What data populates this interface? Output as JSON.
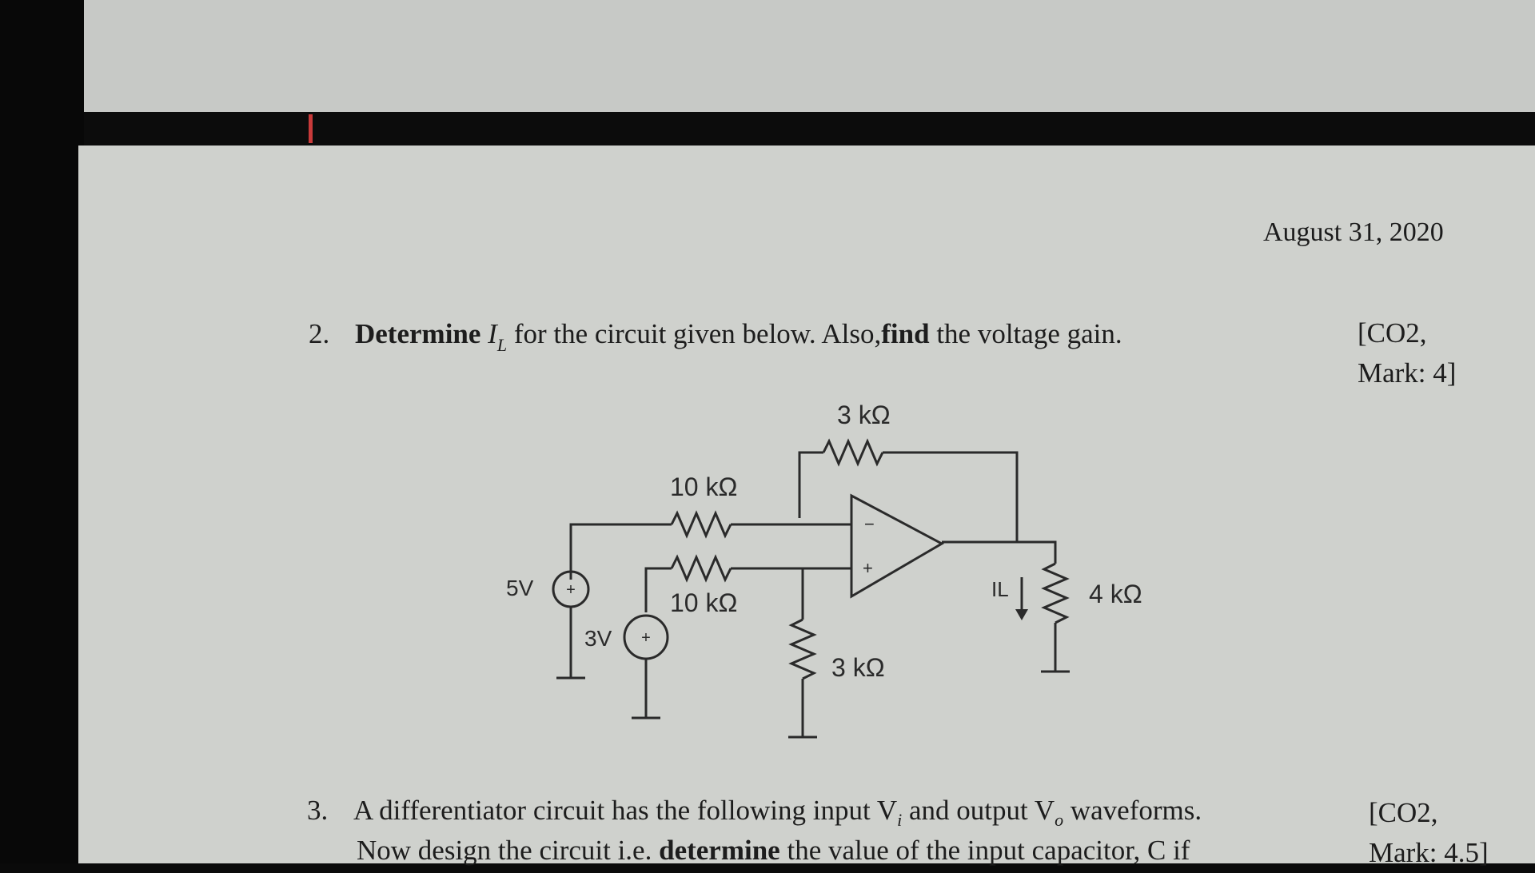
{
  "header": {
    "date": "August 31, 2020"
  },
  "question2": {
    "number": "2.",
    "bold_text": "Determine",
    "var_I": "I",
    "var_sub": "L",
    "text_rest": " for the circuit given below. Also,",
    "bold_find": "find",
    "text_end": " the voltage gain.",
    "marks_line1": "[CO2,",
    "marks_line2": "Mark: 4]"
  },
  "circuit": {
    "r_feedback": "3 kΩ",
    "r_input_top": "10 kΩ",
    "r_input_bottom": "10 kΩ",
    "r_ground": "3 kΩ",
    "r_load": "4 kΩ",
    "source1": "5V",
    "source2": "3V",
    "current_label": "IL",
    "inv_sign": "−",
    "noninv_sign": "+"
  },
  "question3": {
    "number": "3.",
    "line1": "A differentiator circuit has the following input V",
    "sub_i": "i",
    "line1_mid": " and output V",
    "sub_o": "o",
    "line1_end": " waveforms.",
    "line2_a": "Now design the circuit i.e. ",
    "line2_bold": "determine",
    "line2_b": " the value of the input capacitor, C if",
    "marks_line1": "[CO2,",
    "marks_line2": "Mark: 4.5]"
  }
}
